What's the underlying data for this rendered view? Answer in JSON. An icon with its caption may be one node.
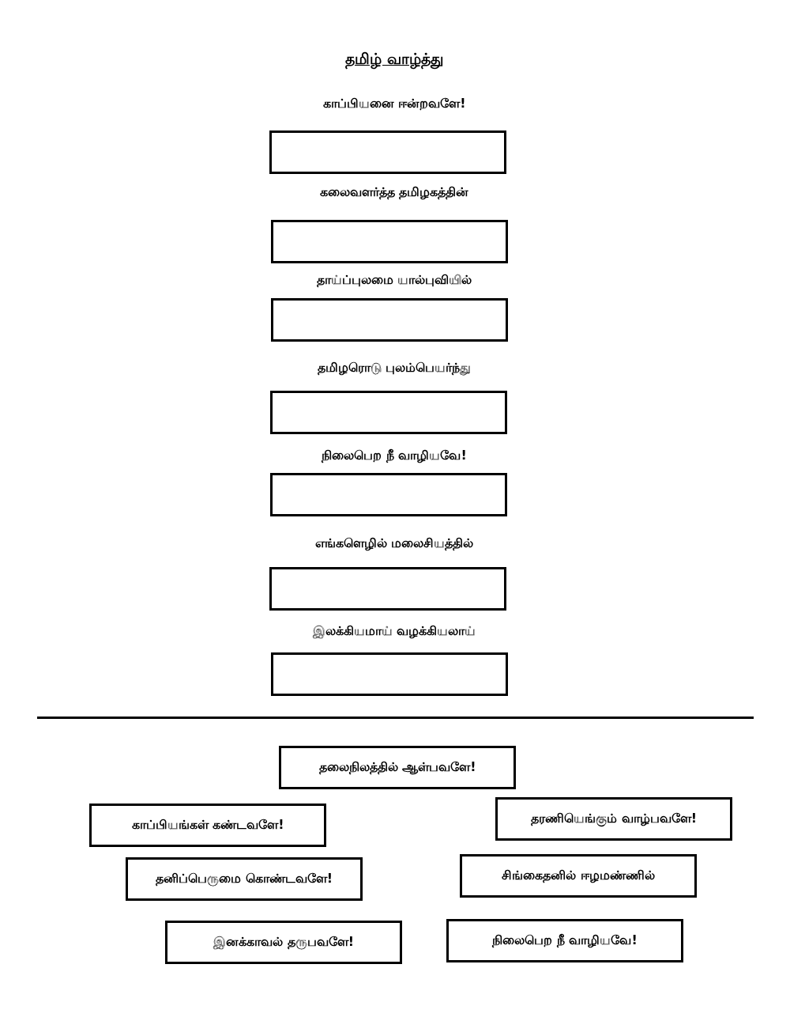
{
  "diagram": {
    "title": "தமிழ் வாழ்த்து",
    "nodes": [
      {
        "text": [],
        "shape": "box"
      },
      {
        "text": [],
        "shape": "box"
      },
      {
        "text": [],
        "shape": "box"
      },
      {
        "text": [],
        "shape": "box"
      },
      {
        "text": [],
        "shape": "box"
      },
      {
        "text": [],
        "shape": "box"
      },
      {
        "text": [],
        "shape": "box"
      },
      {
        "text": [
          "தலைநிலத்தில் ஆள்பவளே!"
        ]
      },
      {
        "text": [
          "காப்பியங்கள் கண்டவளே!"
        ]
      },
      {
        "text": [
          "தரணியெங்கும் வாழ்பவளே!"
        ]
      },
      {
        "text": [
          "தனிப்பெருமை கொண்டவளே!"
        ]
      },
      {
        "text": [
          "சிங்கைதனில் ஈழமண்ணில்"
        ]
      },
      {
        "text": [
          "இனக்காவல் தருபவளே!"
        ]
      },
      {
        "text": [
          "நிலைபெற நீ வாழியவே!"
        ]
      }
    ],
    "labels": [
      "காப்பியனை ஈன்றவளே!",
      "கலைவளர்த்த தமிழகத்தின்",
      "தாய்ப்புலமை யால்புவியில்",
      "தமிழரொடு புலம்பெயர்ந்து",
      "நிலைபெற நீ வாழியவே!",
      "எங்களெழில் மலைசியத்தில்",
      "இலக்கியமாய் வழக்கியலாய்"
    ]
  }
}
